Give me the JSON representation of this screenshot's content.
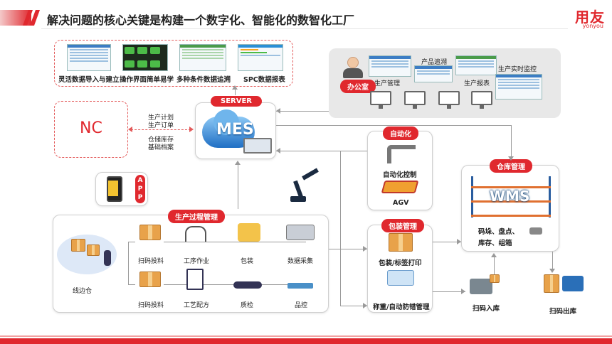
{
  "header": {
    "title": "解决问题的核心关键是构建一个数字化、智能化的数智化工厂",
    "logo_cn": "用友",
    "logo_en": "yonyou"
  },
  "features": [
    {
      "label": "灵活数据导入与建立"
    },
    {
      "label": "操作界面简单易学"
    },
    {
      "label": "多种条件数据追溯"
    },
    {
      "label": "SPC数据报表"
    }
  ],
  "nc": {
    "label": "NC"
  },
  "nc_links": {
    "top1": "生产计划",
    "top2": "生产订单",
    "bottom1": "仓储库存",
    "bottom2": "基础档案"
  },
  "server": {
    "badge": "SERVER",
    "label": "MES"
  },
  "office": {
    "badge": "办公室",
    "labels": {
      "trace": "产品追溯",
      "monitor": "生产实时监控",
      "mgmt": "生产管理",
      "report": "生产报表"
    }
  },
  "app": {
    "label": "APP"
  },
  "automation": {
    "badge": "自动化",
    "items": [
      {
        "label": "自动化控制"
      },
      {
        "label": "AGV"
      }
    ]
  },
  "warehouse": {
    "badge": "仓库管理",
    "label": "WMS",
    "desc1": "码垛、盘点、",
    "desc2": "库存、组箱"
  },
  "packaging": {
    "badge": "包装管理",
    "items": [
      {
        "label": "包装/标签打印"
      },
      {
        "label": "称重/自动防错管理"
      }
    ]
  },
  "production": {
    "badge": "生产过程管理",
    "line_warehouse": "线边仓",
    "items": [
      {
        "label": "扫码投料"
      },
      {
        "label": "工序作业"
      },
      {
        "label": "包装"
      },
      {
        "label": "数据采集"
      },
      {
        "label": "扫码投料"
      },
      {
        "label": "工艺配方"
      },
      {
        "label": "质检"
      },
      {
        "label": "品控"
      }
    ]
  },
  "logistics": {
    "inbound": "扫码入库",
    "outbound": "扫码出库"
  },
  "colors": {
    "accent": "#e0282e",
    "panel": "#e8e8e8",
    "mes_blue": "#1f6fc4"
  }
}
